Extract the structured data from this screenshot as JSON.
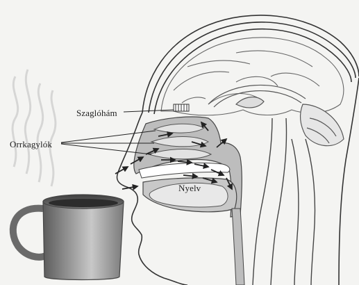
{
  "labels": {
    "olfactory_epithelium": "Szaglóhám",
    "nasal_turbinates": "Orrkagylók",
    "tongue": "Nyelv"
  },
  "colors": {
    "background": "#f4f4f2",
    "line": "#333333",
    "cavity_fill": "#bdbdbd",
    "mug_dark": "#6f6f6f",
    "mug_light": "#bcbcbc",
    "steam": "#d0d0d0"
  },
  "icons": [
    "coffee-mug",
    "head-cross-section",
    "airflow-arrows"
  ]
}
